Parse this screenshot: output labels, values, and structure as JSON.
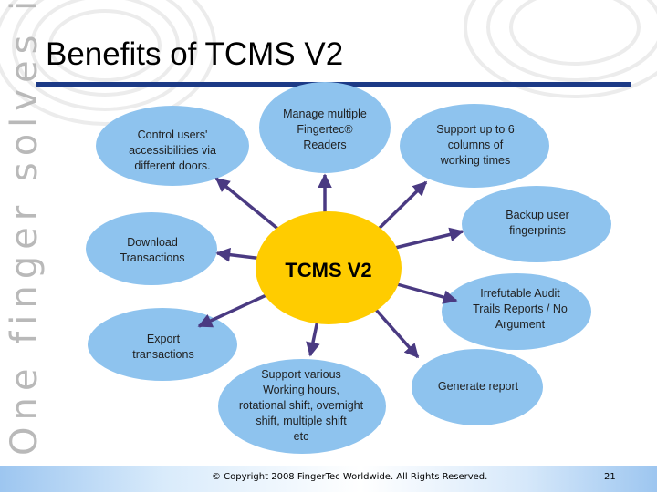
{
  "slide": {
    "title": "Benefits of TCMS V2",
    "side_slogan": "One finger solves it all",
    "copyright": "© Copyright 2008 FingerTec Worldwide. All Rights Reserved.",
    "page_number": "21"
  },
  "colors": {
    "title_rule": "#1c3a86",
    "center_fill": "#ffcc00",
    "bubble_fill": "#8ec3ee",
    "arrow": "#4a3a82",
    "slogan": "#b9b9b9"
  },
  "diagram": {
    "center": {
      "label": "TCMS V2"
    },
    "nodes": [
      {
        "id": "control-users",
        "label": "Control users'\naccessibilities via\ndifferent doors."
      },
      {
        "id": "manage-readers",
        "label": "Manage multiple\nFingertec®\nReaders"
      },
      {
        "id": "working-times",
        "label": "Support up to 6\ncolumns of\nworking times"
      },
      {
        "id": "backup-fingerprints",
        "label": "Backup user\nfingerprints"
      },
      {
        "id": "download-transactions",
        "label": "Download\nTransactions"
      },
      {
        "id": "audit-trails",
        "label": "Irrefutable Audit\nTrails Reports / No\nArgument"
      },
      {
        "id": "export-transactions",
        "label": "Export\ntransactions"
      },
      {
        "id": "working-hours",
        "label": "Support various\nWorking hours,\nrotational shift, overnight\nshift, multiple shift\netc"
      },
      {
        "id": "generate-report",
        "label": "Generate  report"
      }
    ]
  }
}
